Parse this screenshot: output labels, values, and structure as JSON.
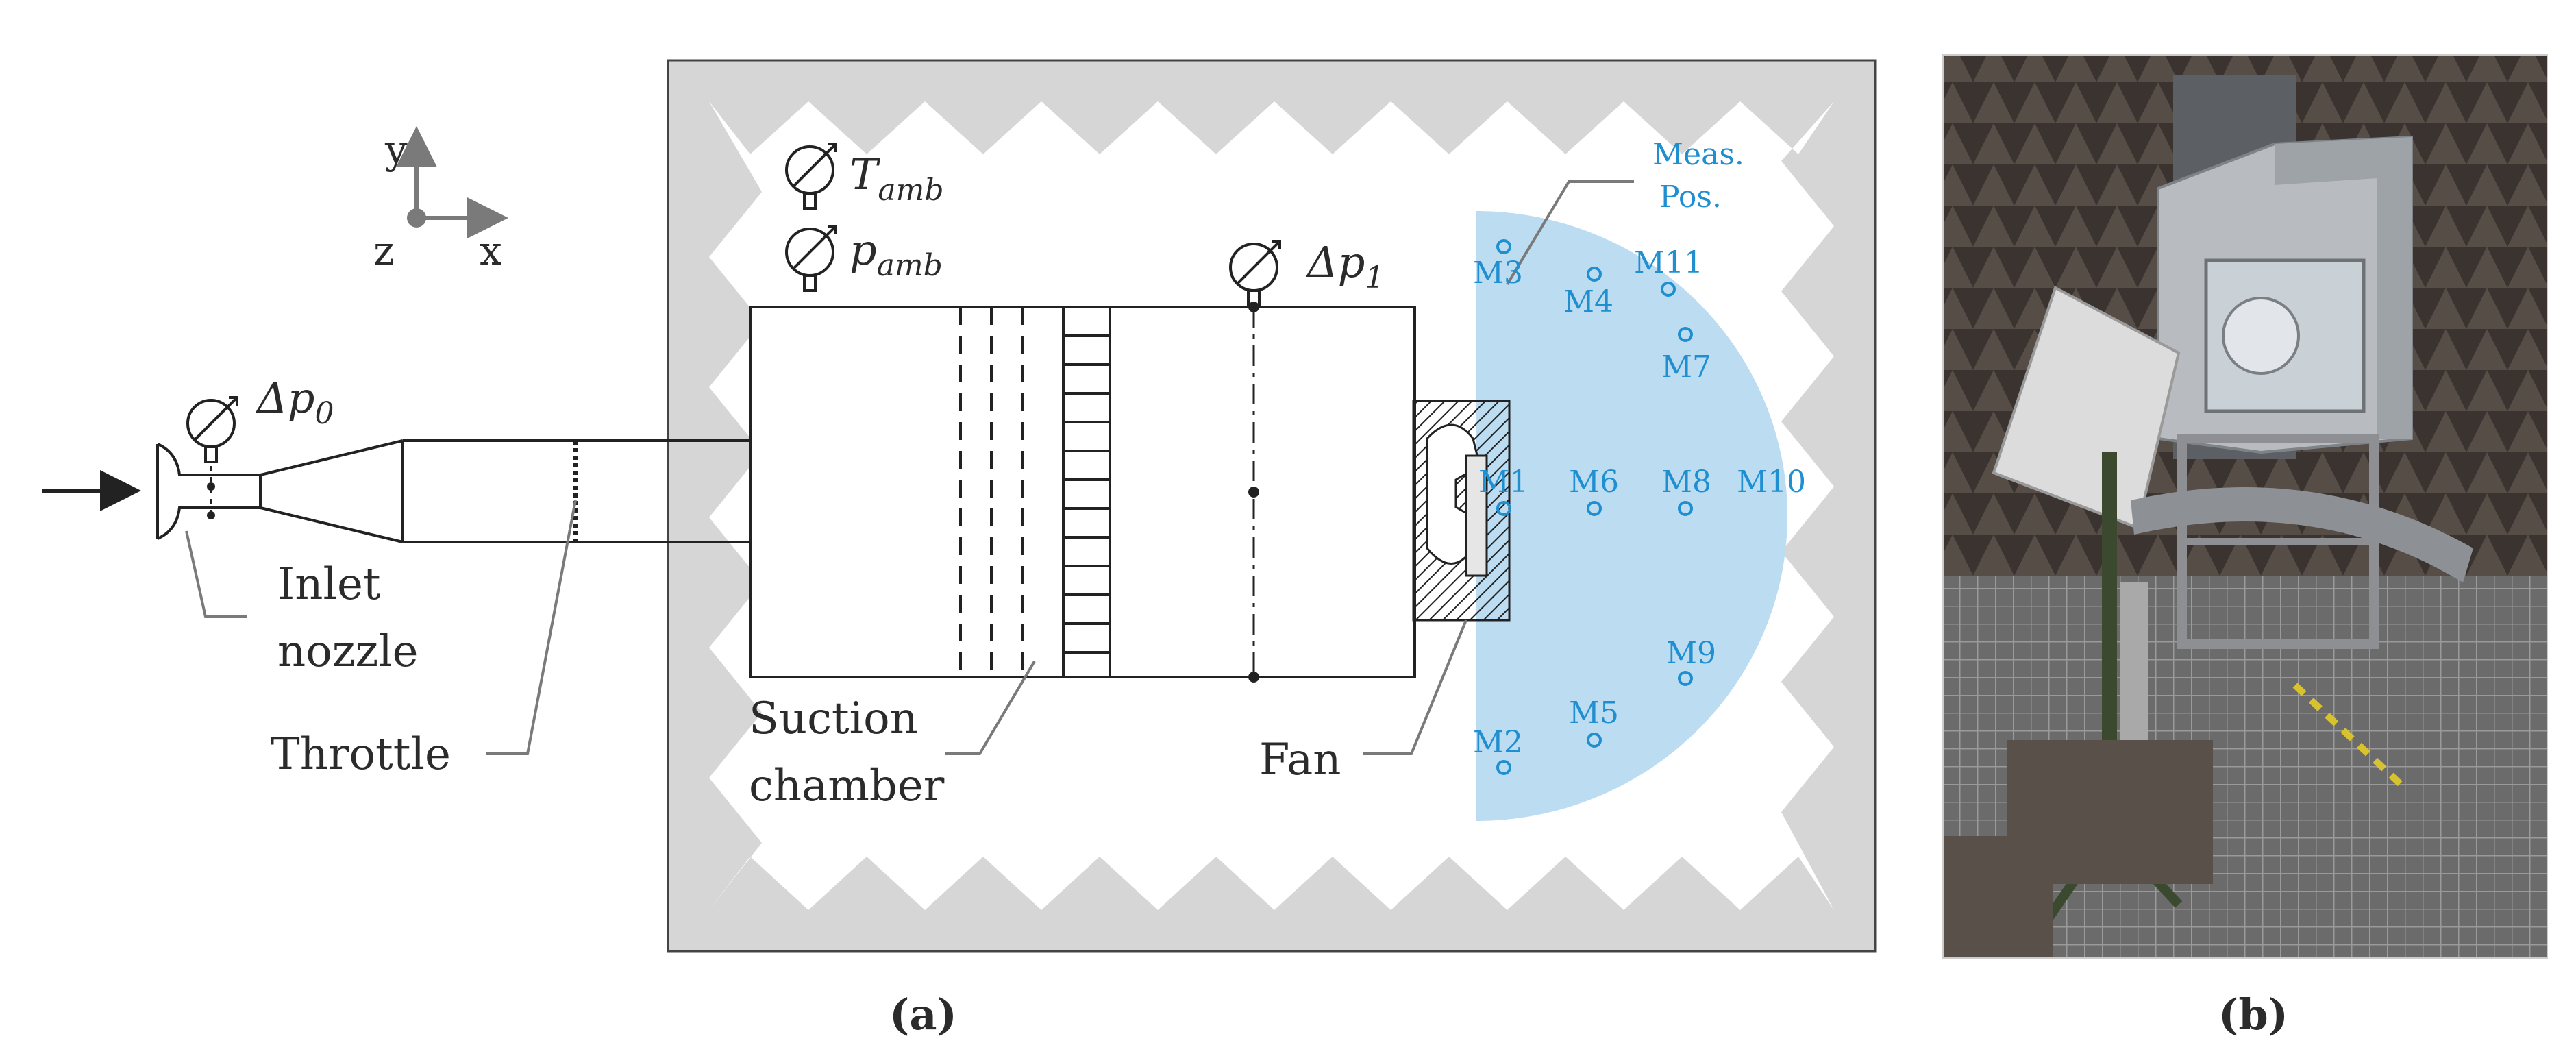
{
  "panel_a": {
    "axes": {
      "y": "y",
      "x": "x",
      "z": "z"
    },
    "sensors": {
      "t_amb": {
        "symbol": "T",
        "sub": "amb"
      },
      "p_amb": {
        "symbol": "p",
        "sub": "amb"
      },
      "dp0": {
        "symbol": "Δp",
        "sub": "0"
      },
      "dp1": {
        "symbol": "Δp",
        "sub": "1"
      }
    },
    "labels": {
      "inlet_1": "Inlet",
      "inlet_2": "nozzle",
      "throttle": "Throttle",
      "suction_1": "Suction",
      "suction_2": "chamber",
      "fan": "Fan",
      "meas_1": "Meas.",
      "meas_2": "Pos."
    },
    "mics": [
      "M1",
      "M2",
      "M3",
      "M4",
      "M5",
      "M6",
      "M7",
      "M8",
      "M9",
      "M10",
      "M11"
    ],
    "caption": "(a)"
  },
  "panel_b": {
    "caption": "(b)"
  },
  "colors": {
    "measurement_region": "#bcdcf2",
    "mic": "#1f8fd0",
    "wedge": "#d6d6d6",
    "line": "#222222"
  }
}
